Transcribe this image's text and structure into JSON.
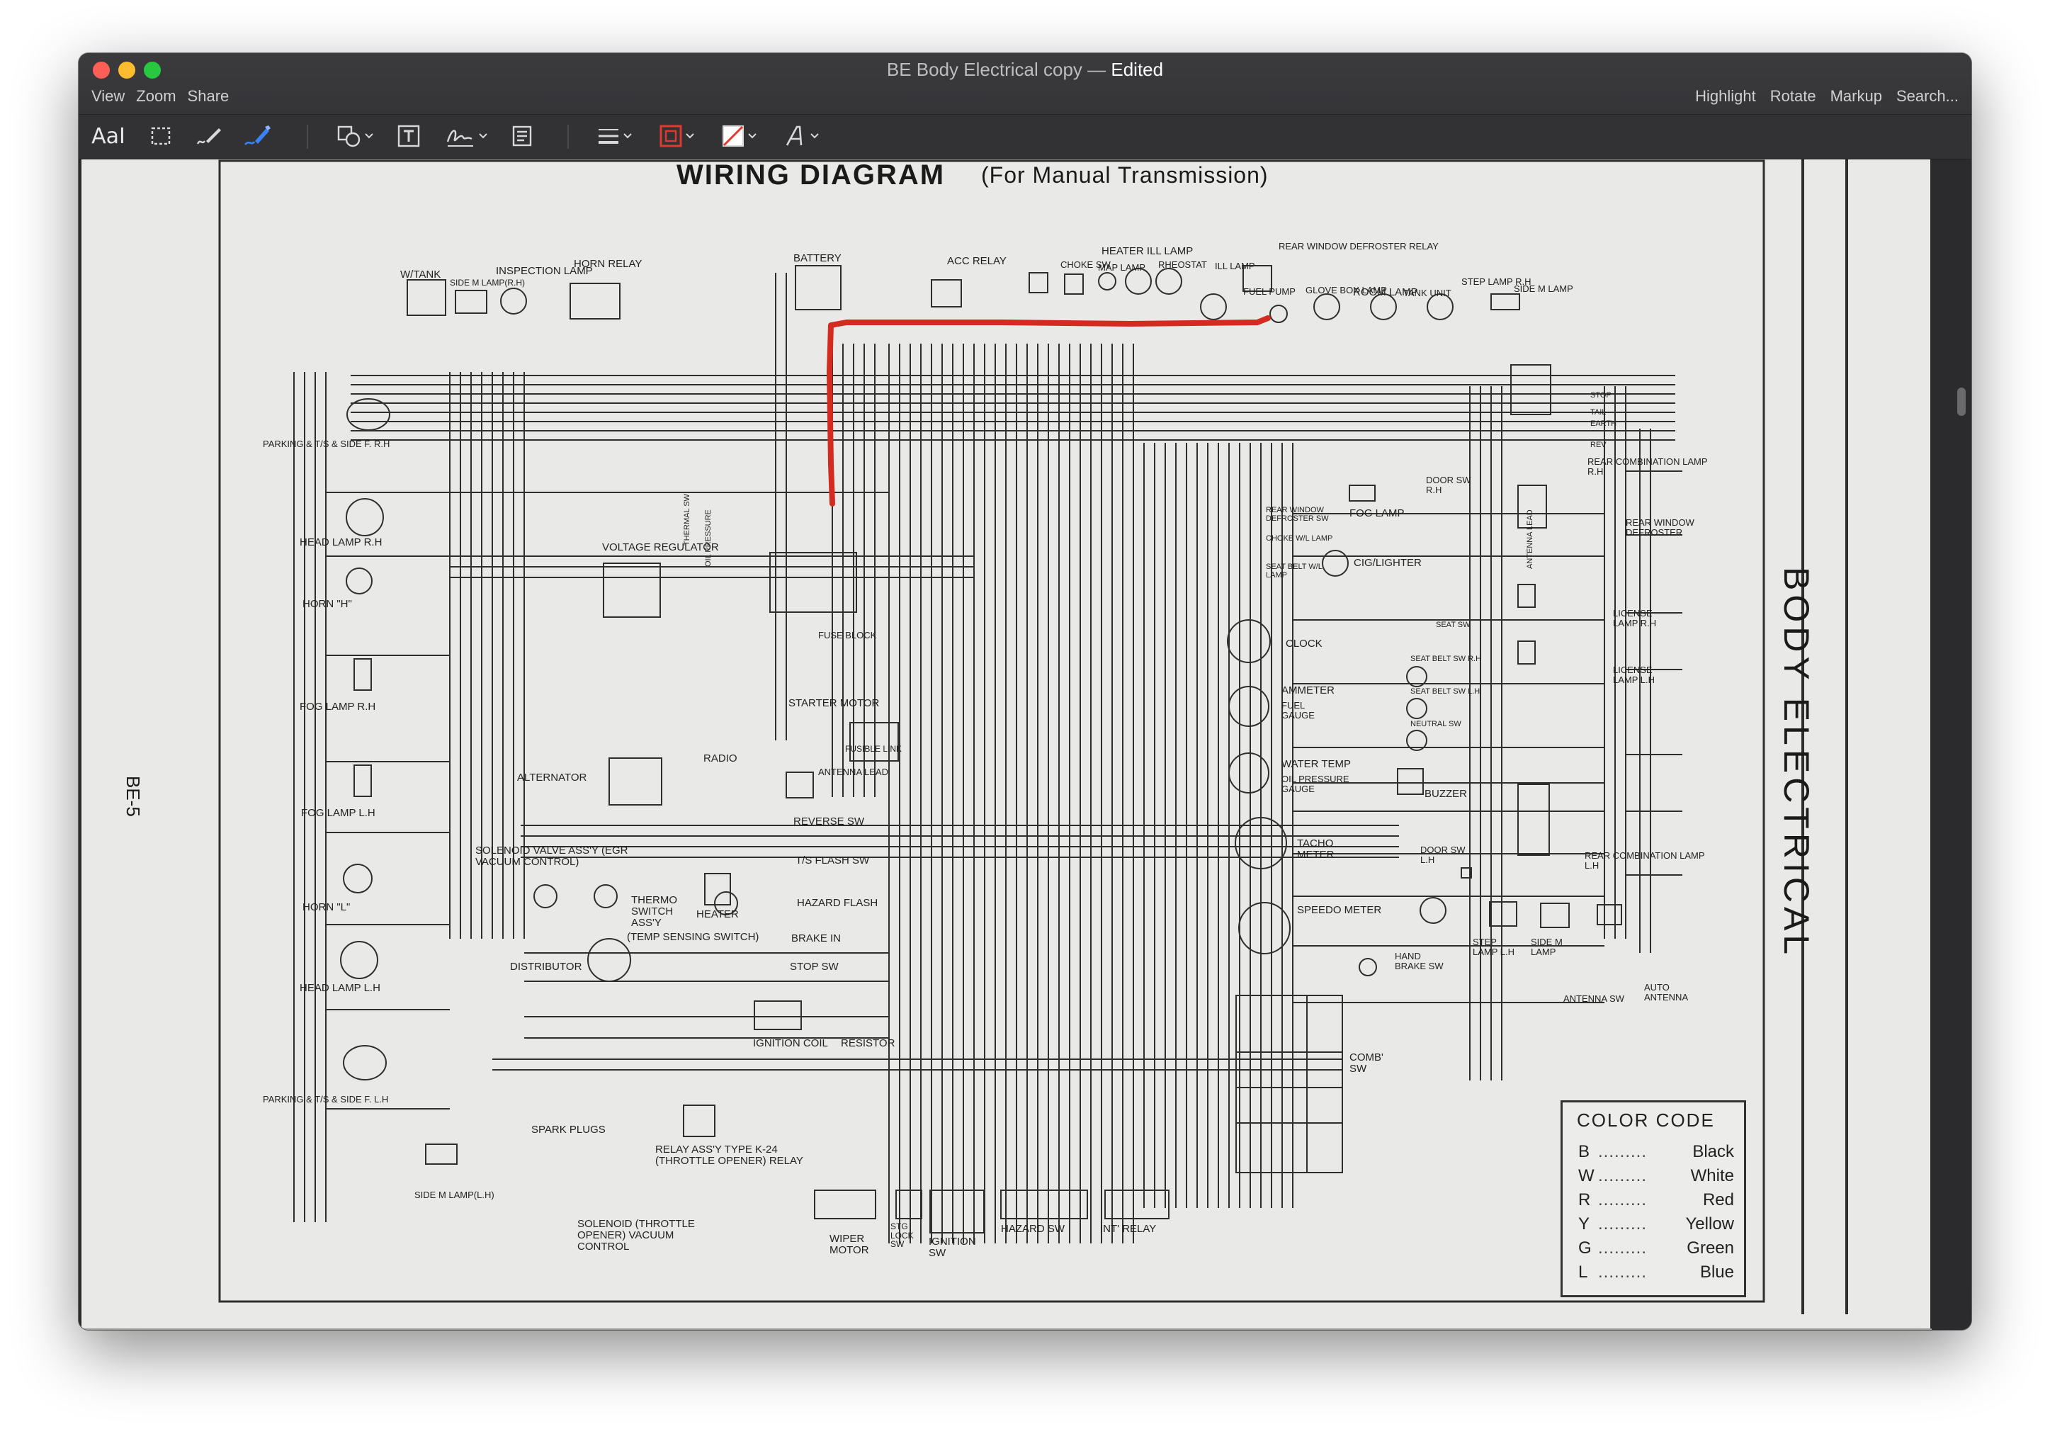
{
  "window": {
    "title": "BE Body Electrical copy",
    "title_separator": " — ",
    "status": "Edited"
  },
  "menu": {
    "left": [
      {
        "id": "view",
        "label": "View"
      },
      {
        "id": "zoom",
        "label": "Zoom"
      },
      {
        "id": "share",
        "label": "Share"
      }
    ],
    "right": [
      {
        "id": "highlight",
        "label": "Highlight"
      },
      {
        "id": "rotate",
        "label": "Rotate"
      },
      {
        "id": "markup",
        "label": "Markup"
      },
      {
        "id": "search",
        "label": "Search..."
      }
    ]
  },
  "toolbar": {
    "text_style_label": "AaI",
    "tools": [
      {
        "id": "text-style",
        "icon": "text-style-icon"
      },
      {
        "id": "rect-selection",
        "icon": "rect-selection-icon"
      },
      {
        "id": "sketch",
        "icon": "sketch-pen-icon"
      },
      {
        "id": "draw",
        "icon": "draw-pen-icon"
      },
      {
        "id": "shapes",
        "icon": "shapes-icon"
      },
      {
        "id": "text-box",
        "icon": "text-box-icon"
      },
      {
        "id": "sign",
        "icon": "signature-icon"
      },
      {
        "id": "note",
        "icon": "note-icon"
      },
      {
        "id": "shape-style",
        "icon": "line-style-icon"
      },
      {
        "id": "border-color",
        "icon": "border-color-icon"
      },
      {
        "id": "fill-color",
        "icon": "fill-color-icon"
      },
      {
        "id": "text-font",
        "icon": "font-icon"
      }
    ],
    "active_tool": "draw",
    "accent": "#3b82f6"
  },
  "document": {
    "diagram_title": "WIRING DIAGRAM",
    "diagram_subtitle": "(For Manual Transmission)",
    "page_id": "BE-5",
    "section_title": "BODY ELECTRICAL",
    "annotation_color": "#d42a20",
    "components": {
      "w_tank": "W/TANK",
      "side_m_lamp_rh": "SIDE M LAMP(R.H)",
      "inspection_lamp": "INSPECTION LAMP",
      "horn_relay": "HORN RELAY",
      "battery": "BATTERY",
      "acc_relay": "ACC RELAY",
      "choke_sw": "CHOKE SW",
      "heater_ill_lamp": "HEATER ILL LAMP",
      "map_lamp": "MAP LAMP",
      "rheostat": "RHEOSTAT",
      "ill_lamp": "ILL LAMP",
      "fuel_pump": "FUEL PUMP",
      "rear_window_defroster_relay": "REAR WINDOW DEFROSTER RELAY",
      "glove_box_lamp": "GLOVE BOX LAMP",
      "room_lamp": "ROOM LAMP",
      "tank_unit": "TANK UNIT",
      "step_lamp_rh": "STEP LAMP R.H",
      "side_m_lamp": "SIDE M LAMP",
      "parking_rh": "PARKING & T/S & SIDE F. R.H",
      "head_lamp_rh": "HEAD LAMP R.H",
      "horn_h": "HORN \"H\"",
      "voltage_regulator": "VOLTAGE REGULATOR",
      "thermal_sw": "THERMAL SW",
      "oil_pressure": "OIL PRESSURE",
      "fuse_block": "FUSE BLOCK",
      "fog_lamp_rh": "FOG LAMP R.H",
      "fog_lamp_lh": "FOG LAMP L.H",
      "alternator": "ALTERNATOR",
      "starter_motor": "STARTER MOTOR",
      "fusible_link": "FUSIBLE LINK",
      "radio": "RADIO",
      "antenna_lead": "ANTENNA LEAD",
      "reverse_sw": "REVERSE SW",
      "ts_flash_sw": "T/S FLASH SW",
      "hazard_flash": "HAZARD FLASH",
      "brake_in": "BRAKE IN",
      "stop_sw": "STOP SW",
      "solenoid_valve": "SOLENOID VALVE ASS'Y (EGR VACUUM CONTROL)",
      "thermo_switch": "THERMO SWITCH ASS'Y",
      "heater": "HEATER",
      "temp_sensing": "(TEMP SENSING SWITCH)",
      "horn_l": "HORN \"L\"",
      "head_lamp_lh": "HEAD LAMP L.H",
      "distributor": "DISTRIBUTOR",
      "ignition_coil": "IGNITION COIL",
      "resistor": "RESISTOR",
      "parking_lh": "PARKING & T/S & SIDE F. L.H",
      "spark_plugs": "SPARK PLUGS",
      "relay_assy": "RELAY ASS'Y TYPE K-24 (THROTTLE OPENER) RELAY",
      "solenoid_throttle": "SOLENOID (THROTTLE OPENER) VACUUM CONTROL",
      "side_m_lamp_lh": "SIDE M LAMP(L.H)",
      "wiper_motor": "WIPER MOTOR",
      "stg_lock_sw": "STG LOCK SW",
      "ignition_sw": "IGNITION SW",
      "hazard_sw": "HAZARD SW",
      "int_relay": "INT' RELAY",
      "comb_sw": "COMB' SW",
      "door_sw_rh": "DOOR SW R.H",
      "fog_lamp": "FOG LAMP",
      "rear_window_defroster_sw": "REAR WINDOW DEFROSTER SW",
      "choke_wl_lamp": "CHOKE W/L LAMP",
      "seat_belt_wl_lamp": "SEAT BELT W/L LAMP",
      "cig_lighter": "CIG/LIGHTER",
      "clock": "CLOCK",
      "ammeter": "AMMETER",
      "fuel_gauge": "FUEL GAUGE",
      "water_temp": "WATER TEMP",
      "oil_pressure_gauge": "OIL PRESSURE GAUGE",
      "tacho_meter": "TACHO METER",
      "speedo_meter": "SPEEDO METER",
      "hand_brake_sw": "HAND BRAKE SW",
      "seat_sw": "SEAT SW",
      "seat_belt_sw_rh": "SEAT BELT SW R.H",
      "seat_belt_sw_lh": "SEAT BELT SW L.H",
      "neutral_sw": "NEUTRAL SW",
      "buzzer": "BUZZER",
      "door_sw_lh": "DOOR SW L.H",
      "antenna_lead_v": "ANTENNA LEAD",
      "rear_combination_rh": "REAR COMBINATION LAMP R.H",
      "stop": "STOP",
      "tail": "TAIL",
      "earth": "EARTH",
      "rev": "REV",
      "rear_window_defroster": "REAR WINDOW DEFROSTER",
      "license_lamp_rh": "LICENSE LAMP R.H",
      "license_lamp_lh": "LICENSE LAMP L.H",
      "rear_combination_lh": "REAR COMBINATION LAMP L.H",
      "step_lamp_lh": "STEP LAMP L.H",
      "side_m_lamp_right": "SIDE M LAMP",
      "antenna_sw": "ANTENNA SW",
      "auto_antenna": "AUTO ANTENNA"
    },
    "color_code": {
      "title": "COLOR CODE",
      "entries": [
        {
          "code": "B",
          "name": "Black"
        },
        {
          "code": "W",
          "name": "White"
        },
        {
          "code": "R",
          "name": "Red"
        },
        {
          "code": "Y",
          "name": "Yellow"
        },
        {
          "code": "G",
          "name": "Green"
        },
        {
          "code": "L",
          "name": "Blue"
        }
      ]
    }
  }
}
